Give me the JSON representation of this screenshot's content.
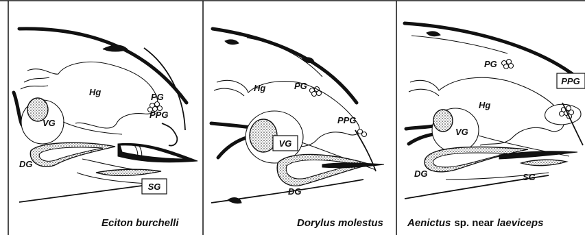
{
  "panels": [
    {
      "species": "Eciton burchelli",
      "labels": {
        "hg": "Hg",
        "pg": "PG",
        "ppg": "PPG",
        "vg": "VG",
        "dg": "DG",
        "sg": "SG"
      },
      "boxed": "SG"
    },
    {
      "species": "Dorylus molestus",
      "labels": {
        "hg": "Hg",
        "pg": "PG",
        "ppg": "PPG",
        "vg": "VG",
        "dg": "DG"
      },
      "boxed": "VG"
    },
    {
      "species_genus": "Aenictus",
      "species_rest": "sp. near",
      "species_epithet": "laeviceps",
      "labels": {
        "hg": "Hg",
        "pg": "PG",
        "ppg": "PPG",
        "vg": "VG",
        "dg": "DG",
        "sg": "SG"
      },
      "boxed": "PPG"
    }
  ]
}
